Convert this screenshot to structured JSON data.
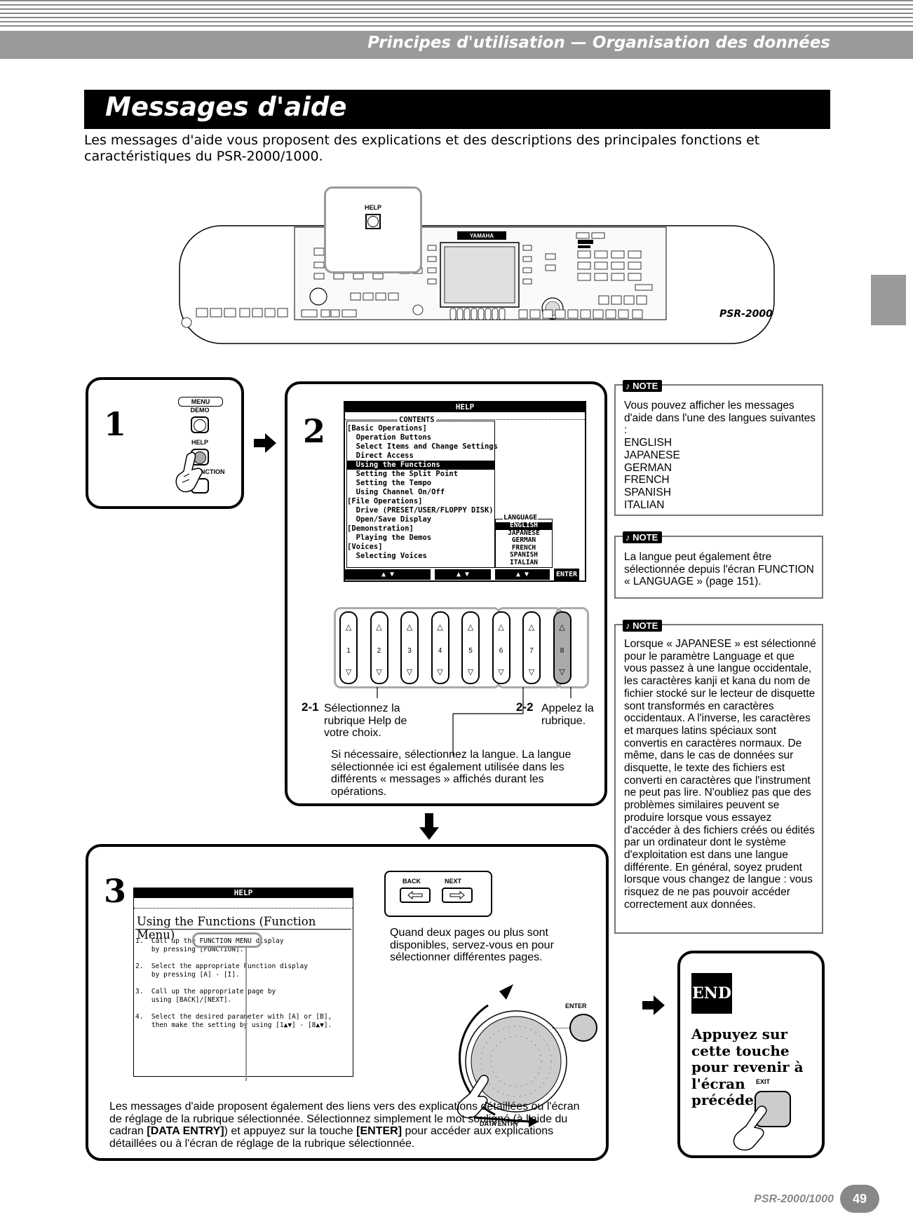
{
  "header": {
    "section_title": "Principes d'utilisation — Organisation des données"
  },
  "page": {
    "title": "Messages d'aide",
    "intro": "Les messages d'aide vous proposent des explications et des descriptions des principales fonctions et caractéristiques du PSR-2000/1000."
  },
  "keyboard": {
    "help_label": "HELP",
    "brand": "YAMAHA",
    "model_logo": "PSR-2000"
  },
  "step1": {
    "number": "1",
    "menu_label": "MENU",
    "demo_label": "DEMO",
    "help_label": "HELP",
    "function_label": "FUNCTION"
  },
  "step2": {
    "number": "2",
    "screen_title": "HELP",
    "contents_title": "CONTENTS",
    "contents_lines": [
      "[Basic Operations]",
      "  Operation Buttons",
      "  Select Items and Change Settings",
      "  Direct Access",
      "  Using the Functions",
      "  Setting the Split Point",
      "  Setting the Tempo",
      "  Using Channel On/Off",
      "[File Operations]",
      "  Drive (PRESET/USER/FLOPPY DISK)",
      "  Open/Save Display",
      "[Demonstration]",
      "  Playing the Demos",
      "[Voices]",
      "  Selecting Voices"
    ],
    "selected_index": 4,
    "language_title": "LANGUAGE",
    "languages": [
      "ENGLISH",
      "JAPANESE",
      "GERMAN",
      "FRENCH",
      "SPANISH",
      "ITALIAN"
    ],
    "selected_language": 0,
    "softkey_arrows": [
      "▲ ▼",
      "▲ ▼",
      "▲ ▼"
    ],
    "enter_label": "ENTER",
    "button_numbers": [
      "1",
      "2",
      "3",
      "4",
      "5",
      "6",
      "7",
      "8"
    ],
    "sub1_num": "2-1",
    "sub1_text": "Sélectionnez la rubrique Help de votre choix.",
    "sub2_num": "2-2",
    "sub2_text": "Appelez la rubrique.",
    "language_caption": "Si nécessaire, sélectionnez la langue. La langue sélectionnée ici est également utilisée dans les différents « messages » affichés durant les opérations."
  },
  "step3": {
    "number": "3",
    "screen_title": "HELP",
    "screen_heading": "Using the Functions (Function Menu)",
    "screen_lines": [
      "1.  Call up the FUNCTION MENU display",
      "    by pressing [FUNCTION].",
      "",
      "2.  Select the appropriate Function display",
      "    by pressing [A] - [I].",
      "",
      "3.  Call up the appropriate page by",
      "    using [BACK]/[NEXT].",
      "",
      "4.  Select the desired parameter with [A] or [B],",
      "    then make the setting by using [1▲▼] - [8▲▼]."
    ],
    "back_label": "BACK",
    "next_label": "NEXT",
    "pages_caption": "Quand deux pages ou plus sont disponibles, servez-vous en pour sélectionner différentes pages.",
    "enter_label": "ENTER",
    "dial_label": "DATA ENTRY",
    "bottom_caption_1": "Les messages d'aide proposent également des liens vers des explications détaillées ou l'écran de réglage de la rubrique sélectionnée. Sélectionnez simplement le mot souligné (à l'aide du cadran ",
    "bottom_caption_b1": "[DATA ENTRY]",
    "bottom_caption_2": ") et appuyez sur la touche ",
    "bottom_caption_b2": "[ENTER]",
    "bottom_caption_3": " pour accéder aux explications détaillées ou à l'écran de réglage de la rubrique sélectionnée."
  },
  "notes": [
    {
      "tag": "NOTE",
      "text": "Vous pouvez afficher les messages d'aide dans l'une des langues suivantes  :\nENGLISH\nJAPANESE\nGERMAN\nFRENCH\nSPANISH\nITALIAN"
    },
    {
      "tag": "NOTE",
      "text": "La langue peut également être sélectionnée depuis l'écran FUNCTION « LANGUAGE » (page 151)."
    },
    {
      "tag": "NOTE",
      "text": "Lorsque « JAPANESE » est sélectionné pour le paramètre Language et que vous passez à une langue occidentale, les caractères kanji et kana du nom de fichier stocké sur le lecteur de disquette sont transformés en caractères occidentaux. A l'inverse, les caractères et marques latins spéciaux sont convertis en caractères normaux. De même, dans le cas de données sur disquette, le texte des fichiers est converti en caractères que l'instrument ne peut pas lire. N'oubliez pas que des problèmes similaires peuvent se produire lorsque vous essayez d'accéder à des fichiers créés ou édités par un ordinateur dont le système d'exploitation est dans une langue différente. En général, soyez prudent lorsque vous changez de langue : vous risquez de ne pas pouvoir accéder correctement aux données."
    }
  ],
  "end_box": {
    "end_logo": "END",
    "text": "Appuyez sur cette touche pour revenir à l'écran précédent.",
    "exit_label": "EXIT"
  },
  "footer": {
    "model": "PSR-2000/1000",
    "page_number": "49"
  }
}
